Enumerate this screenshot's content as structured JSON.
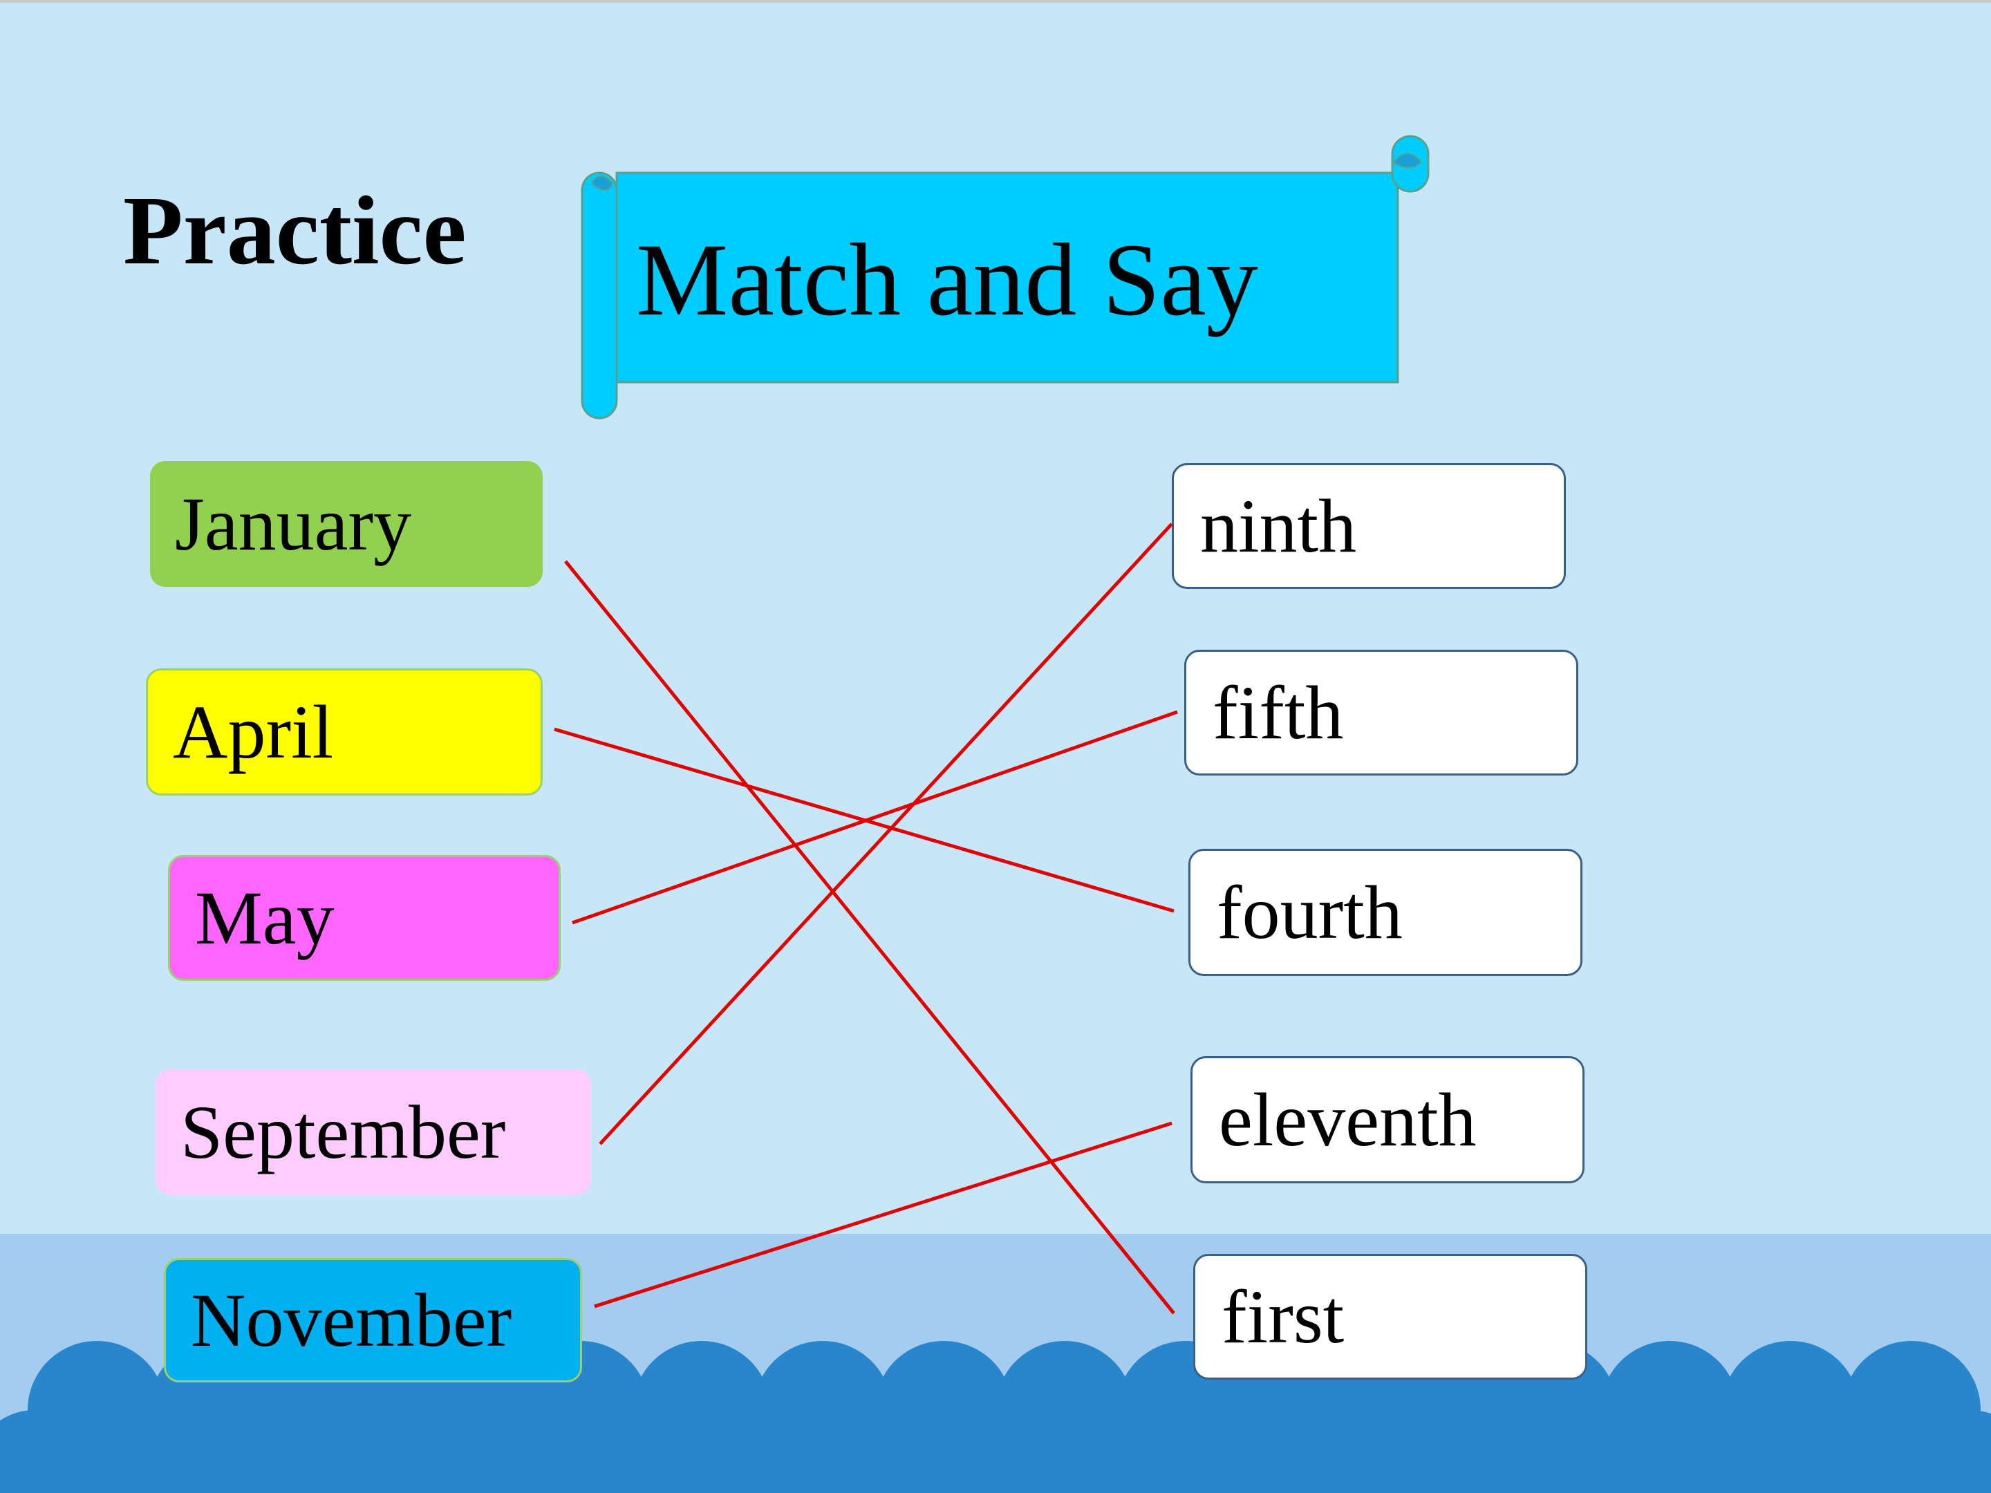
{
  "heading": "Practice",
  "banner": {
    "title": "Match and Say",
    "color": "#00ccff"
  },
  "months": [
    {
      "label": "January",
      "color": "#92d050"
    },
    {
      "label": "April",
      "color": "#ffff00"
    },
    {
      "label": "May",
      "color": "#ff66ff"
    },
    {
      "label": "September",
      "color": "#ffccff"
    },
    {
      "label": "November",
      "color": "#00b0f0"
    }
  ],
  "ordinals": [
    {
      "label": "ninth"
    },
    {
      "label": "fifth"
    },
    {
      "label": "fourth"
    },
    {
      "label": "eleventh"
    },
    {
      "label": "first"
    }
  ],
  "matches": [
    {
      "month": "January",
      "ordinal": "first"
    },
    {
      "month": "April",
      "ordinal": "fourth"
    },
    {
      "month": "May",
      "ordinal": "fifth"
    },
    {
      "month": "September",
      "ordinal": "ninth"
    },
    {
      "month": "November",
      "ordinal": "eleventh"
    }
  ],
  "line_color": "#e00000"
}
